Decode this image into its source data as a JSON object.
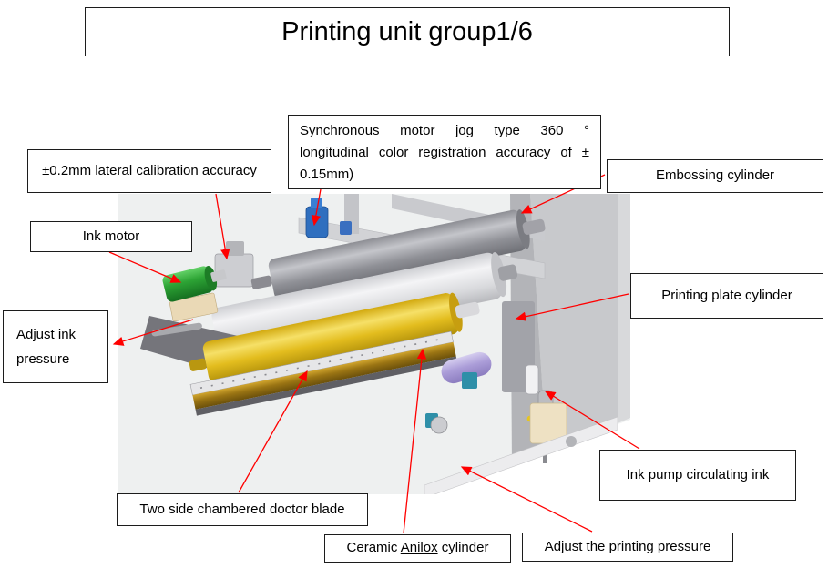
{
  "title": "Printing unit group1/6",
  "labels": {
    "lateral_accuracy": "±0.2mm lateral calibration accuracy",
    "sync_motor": {
      "line1": "Synchronous motor jog type 360 °",
      "line2": "longitudinal color registration accuracy of ±",
      "line3": "0.15mm)"
    },
    "embossing_cylinder": "Embossing cylinder",
    "ink_motor": "Ink motor",
    "printing_plate_cylinder": "Printing plate cylinder",
    "adjust_ink_pressure": "Adjust ink pressure",
    "ink_pump": "Ink pump circulating ink",
    "doctor_blade": "Two side chambered doctor blade",
    "ceramic_anilox": {
      "prefix": "Ceramic",
      "underlined": "Anilox",
      "suffix": "cylinder"
    },
    "adjust_printing_pressure": "Adjust the printing pressure"
  },
  "colors": {
    "arrow": "#ff0000",
    "box_border": "#1c1c1c",
    "embossing_roller_gray": "#97979d",
    "plate_roller_white": "#e9e9ec",
    "anilox_roller_yellow": "#eccf3e",
    "doctor_bar_gold": "#a87f16",
    "ink_motor_green": "#2fae3a",
    "jog_motor_blue": "#2f6fbf",
    "rubber_roller_purple": "#ab9dd8"
  }
}
